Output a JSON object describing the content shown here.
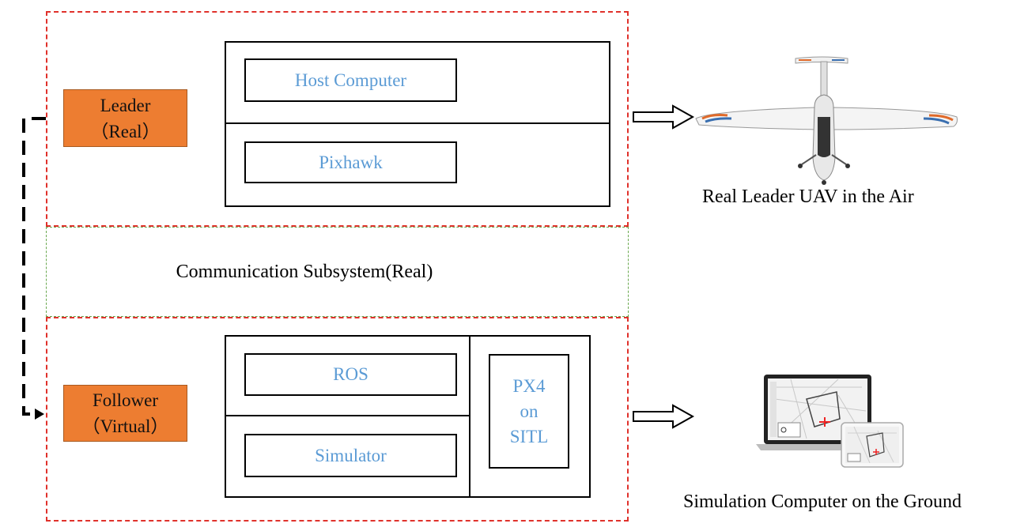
{
  "leader": {
    "label_line1": "Leader",
    "label_line2": "（Real）"
  },
  "follower": {
    "label_line1": "Follower",
    "label_line2": "（Virtual）"
  },
  "leader_panel": {
    "host_computer": "Host Computer",
    "pixhawk": "Pixhawk"
  },
  "communication": {
    "label": "Communication Subsystem(Real)"
  },
  "follower_panel": {
    "ros": "ROS",
    "simulator": "Simulator",
    "px4_line1": "PX4",
    "px4_line2": "on",
    "px4_line3": "SITL"
  },
  "captions": {
    "uav": "Real Leader UAV in the Air",
    "ground": "Simulation Computer on the Ground"
  },
  "colors": {
    "region_red": "#e0312b",
    "region_green": "#6aa84f",
    "role_fill": "#ed7d31",
    "box_text": "#5b9bd5"
  },
  "icons": {
    "uav": "uav-airplane-icon",
    "computer": "laptop-tablet-icon"
  }
}
